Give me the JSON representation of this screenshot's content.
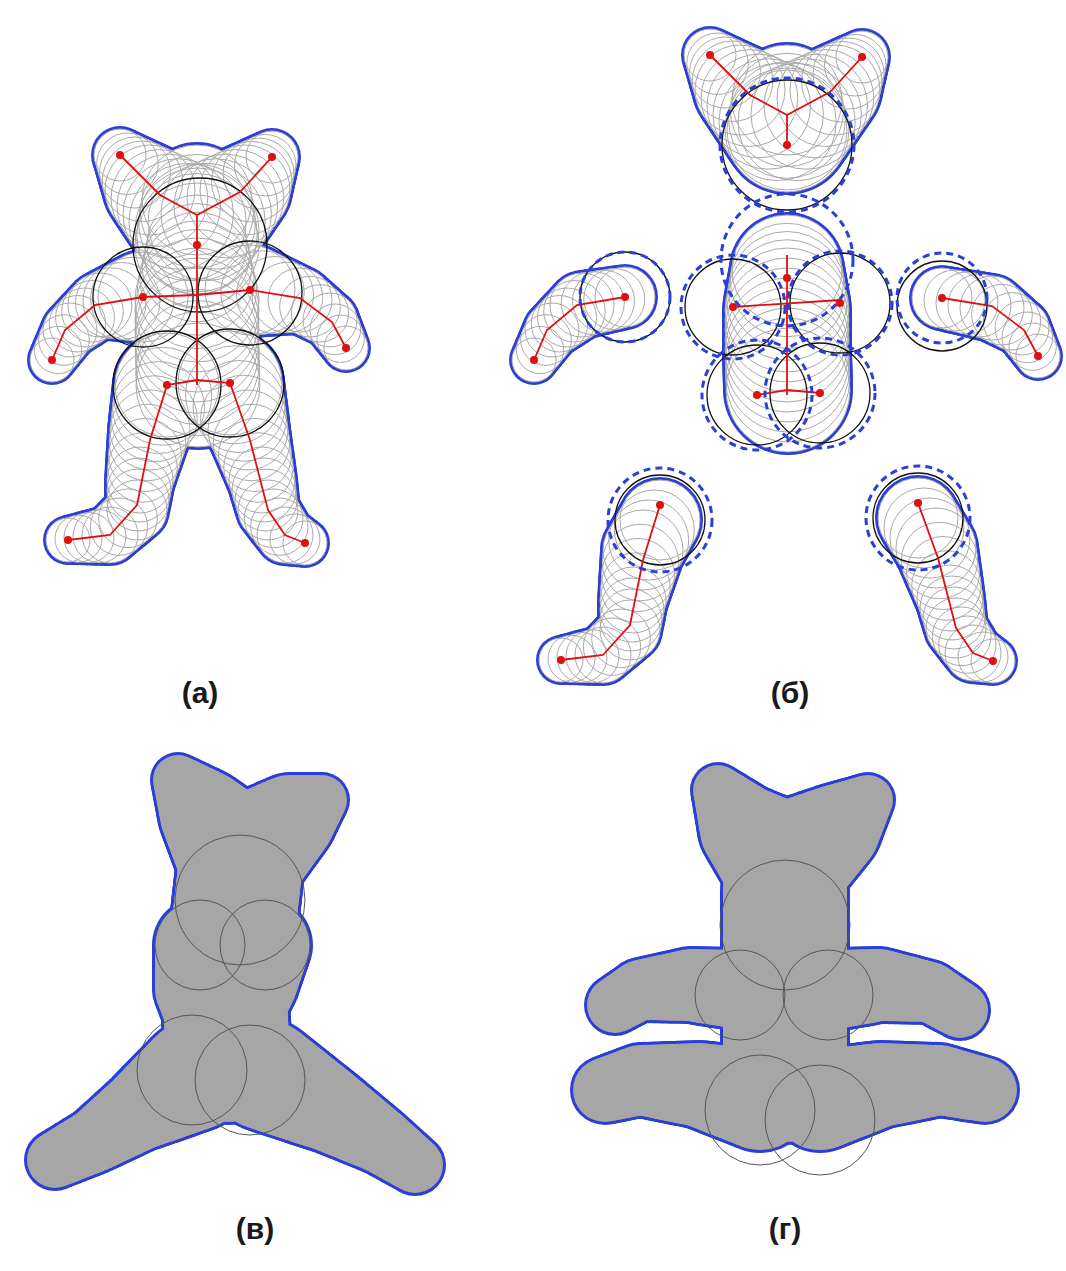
{
  "diagram": {
    "labels": [
      "(а)",
      "(б)",
      "(в)",
      "(г)"
    ]
  }
}
